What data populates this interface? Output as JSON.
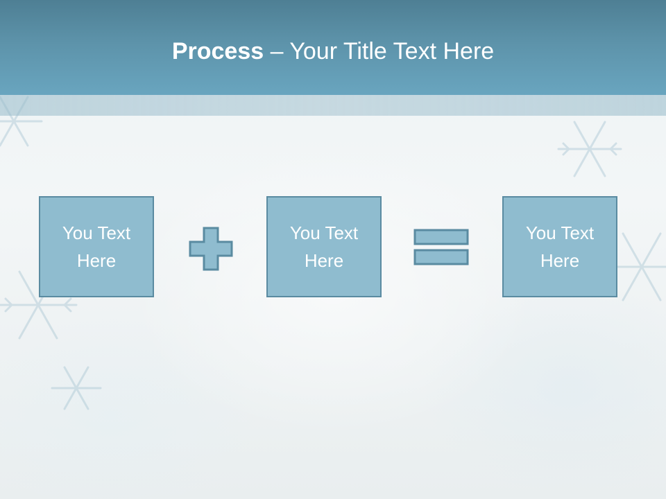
{
  "slide": {
    "title_bold": "Process",
    "title_rest": " – Your Title Text Here",
    "boxes": [
      {
        "text": "You Text Here"
      },
      {
        "text": "You Text Here"
      },
      {
        "text": "You Text Here"
      }
    ],
    "operators": [
      "plus-icon",
      "equals-icon"
    ]
  },
  "colors": {
    "title_bar": "#5d93aa",
    "box_fill": "#8fbccf",
    "box_border": "#5a8ba1",
    "text": "#ffffff"
  }
}
